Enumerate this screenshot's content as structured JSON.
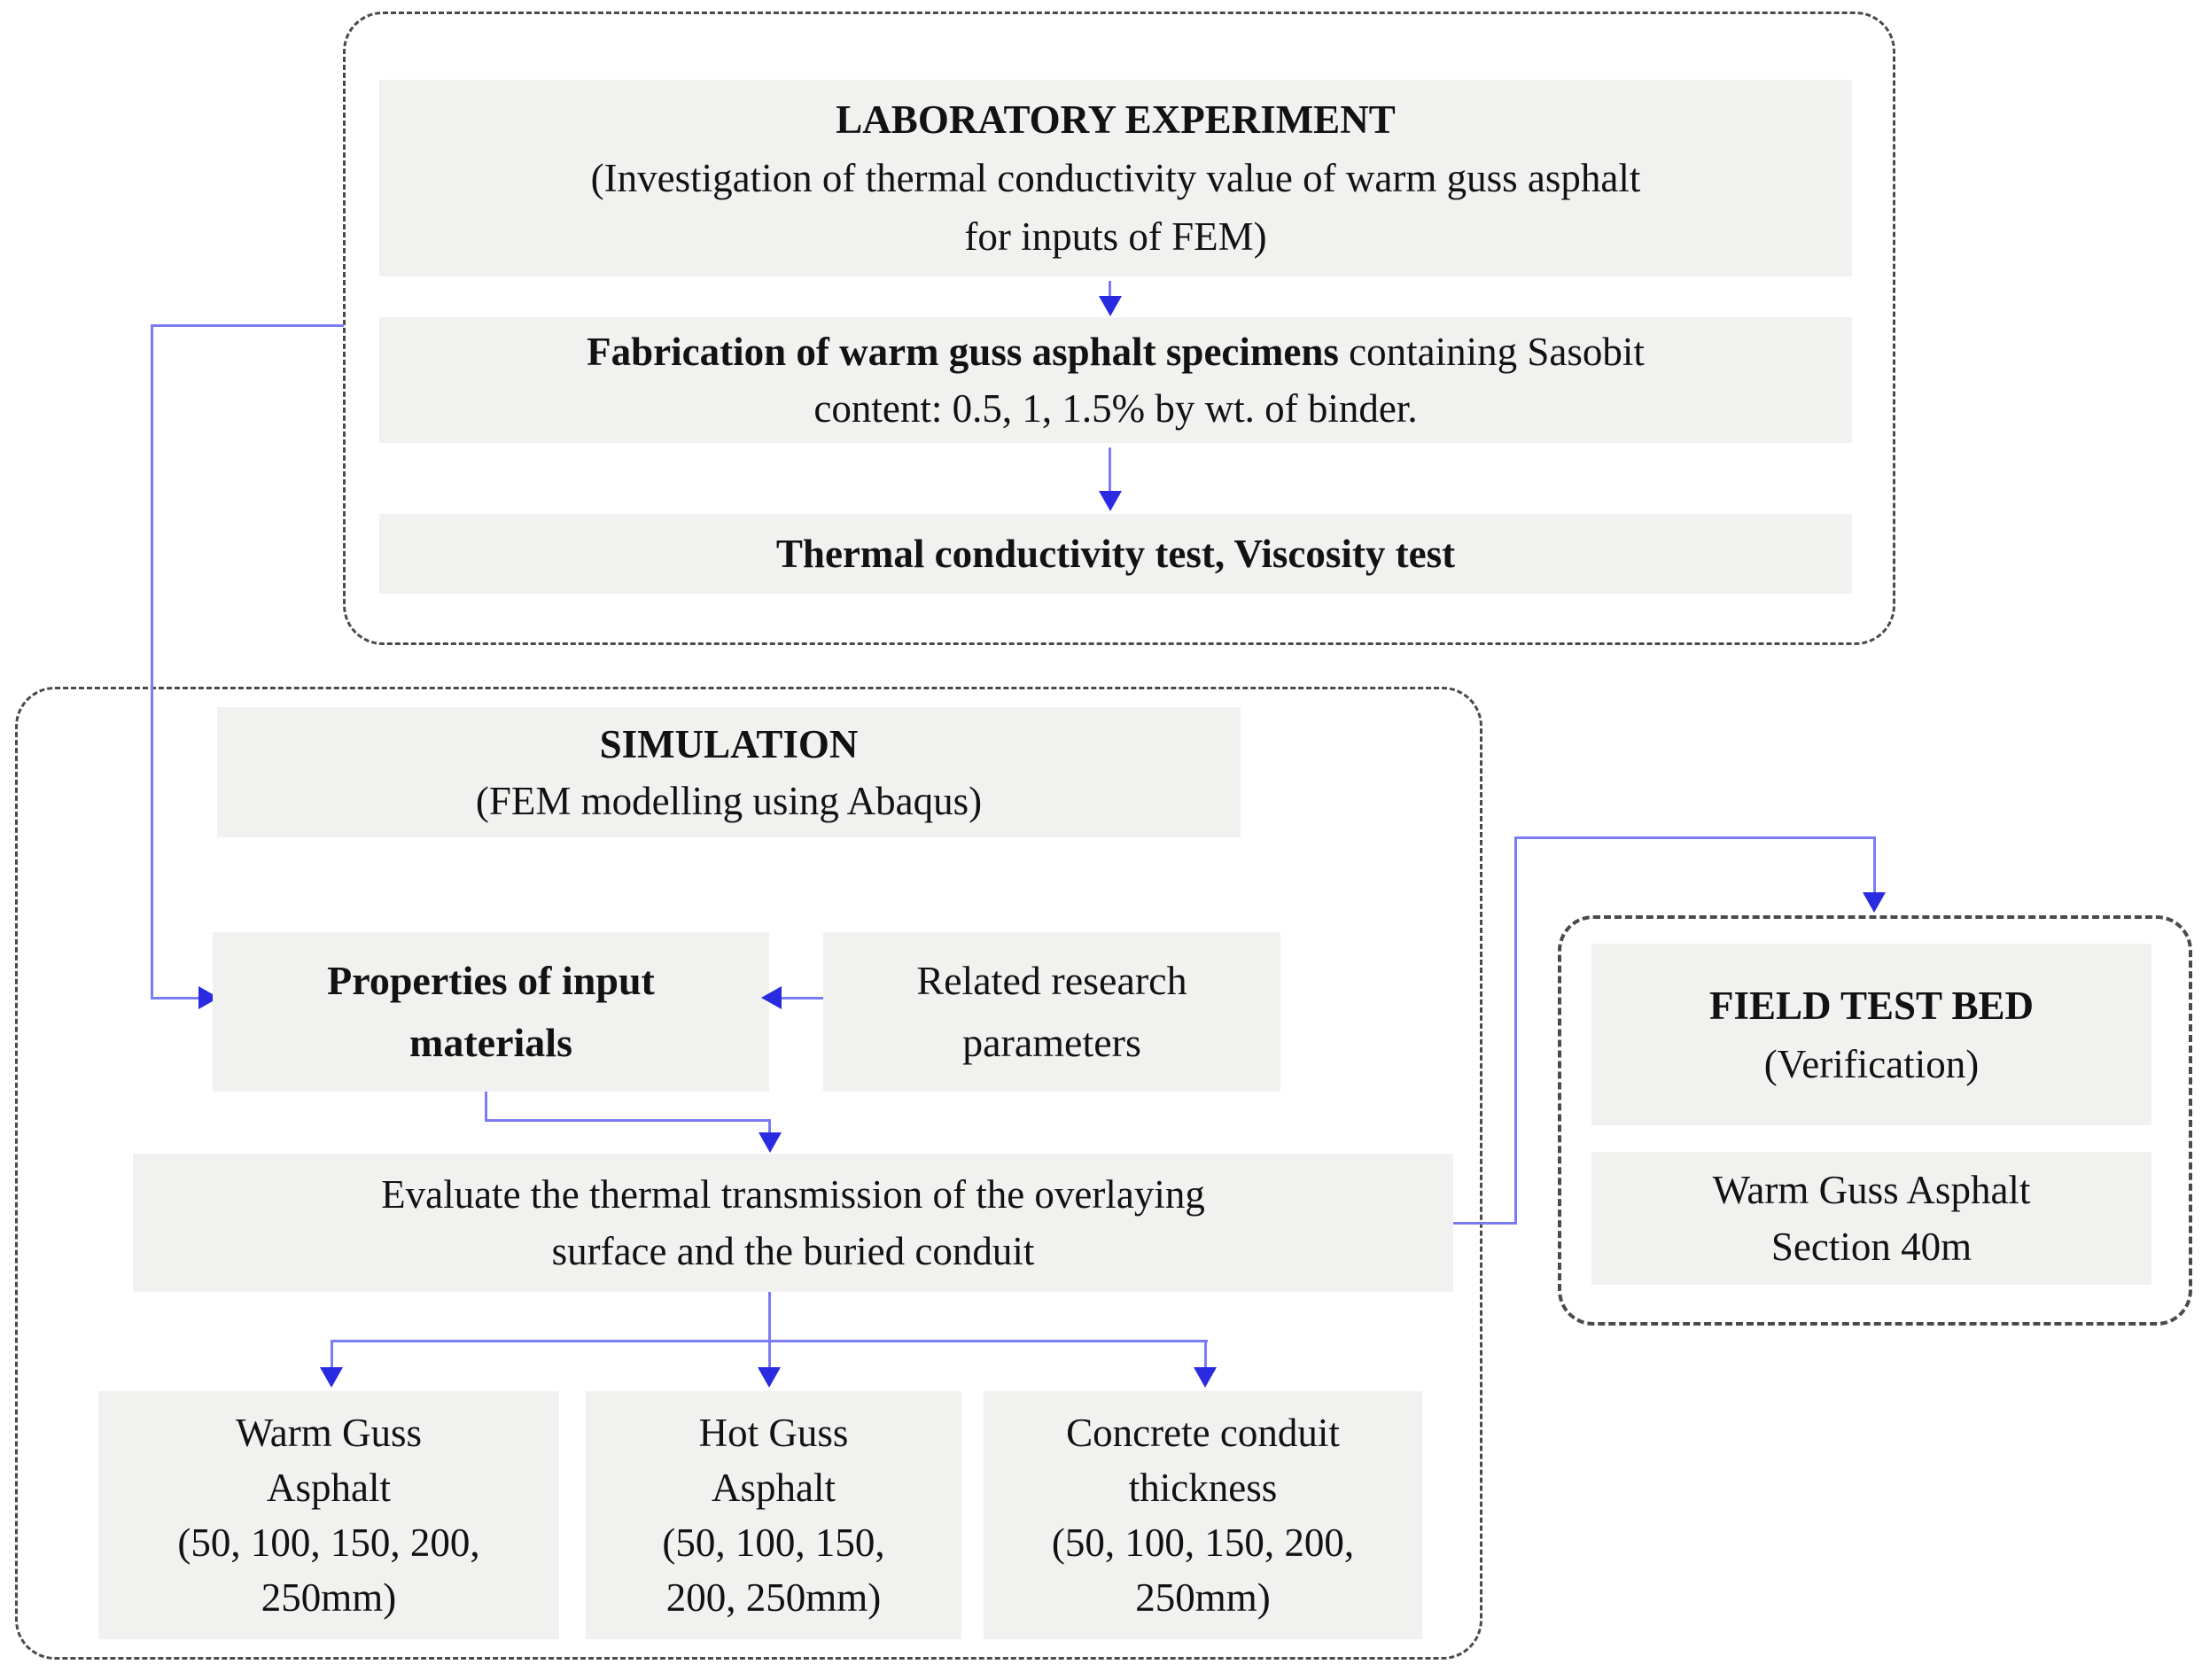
{
  "colors": {
    "box_bg": "#f1f1f0",
    "dashed_border": "#4a4a4a",
    "arrow_line": "#7b7bf5",
    "arrow_head": "#2a2ae0",
    "text": "#121212"
  },
  "lab": {
    "title_bold": "LABORATORY EXPERIMENT",
    "title_line2": "(Investigation of thermal conductivity value of warm guss asphalt",
    "title_line3": "for inputs of FEM)",
    "fabrication_bold": "Fabrication of warm guss asphalt specimens",
    "fabrication_rest": " containing Sasobit",
    "fabrication_line2": "content: 0.5, 1, 1.5% by wt. of binder.",
    "test_label": "Thermal conductivity test, Viscosity test"
  },
  "simulation": {
    "title_bold": "SIMULATION",
    "title_line2": "(FEM modelling using Abaqus)",
    "properties_line1": "Properties of input",
    "properties_line2": "materials",
    "related_line1": "Related research",
    "related_line2": "parameters",
    "evaluate_line1": "Evaluate the thermal transmission of the overlaying",
    "evaluate_line2": "surface and the buried conduit",
    "branches": [
      {
        "lines": [
          "Warm Guss",
          "Asphalt",
          "(50, 100, 150, 200,",
          "250mm)"
        ]
      },
      {
        "lines": [
          "Hot Guss",
          "Asphalt",
          "(50, 100, 150,",
          "200, 250mm)"
        ]
      },
      {
        "lines": [
          "Concrete conduit",
          "thickness",
          "(50, 100, 150, 200,",
          "250mm)"
        ]
      }
    ]
  },
  "field_test_bed": {
    "title_bold": "FIELD TEST BED",
    "title_line2": "(Verification)",
    "section_line1": "Warm Guss Asphalt",
    "section_line2": "Section 40m"
  }
}
